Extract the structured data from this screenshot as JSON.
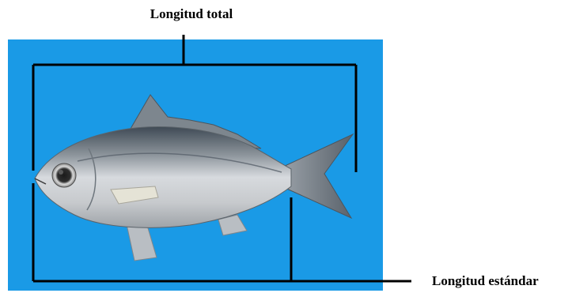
{
  "labels": {
    "total_length": "Longitud total",
    "standard_length": "Longitud estándar"
  },
  "colors": {
    "background_panel": "#1a9ae6",
    "measure_lines": "#000000",
    "fish_body": "silver"
  }
}
